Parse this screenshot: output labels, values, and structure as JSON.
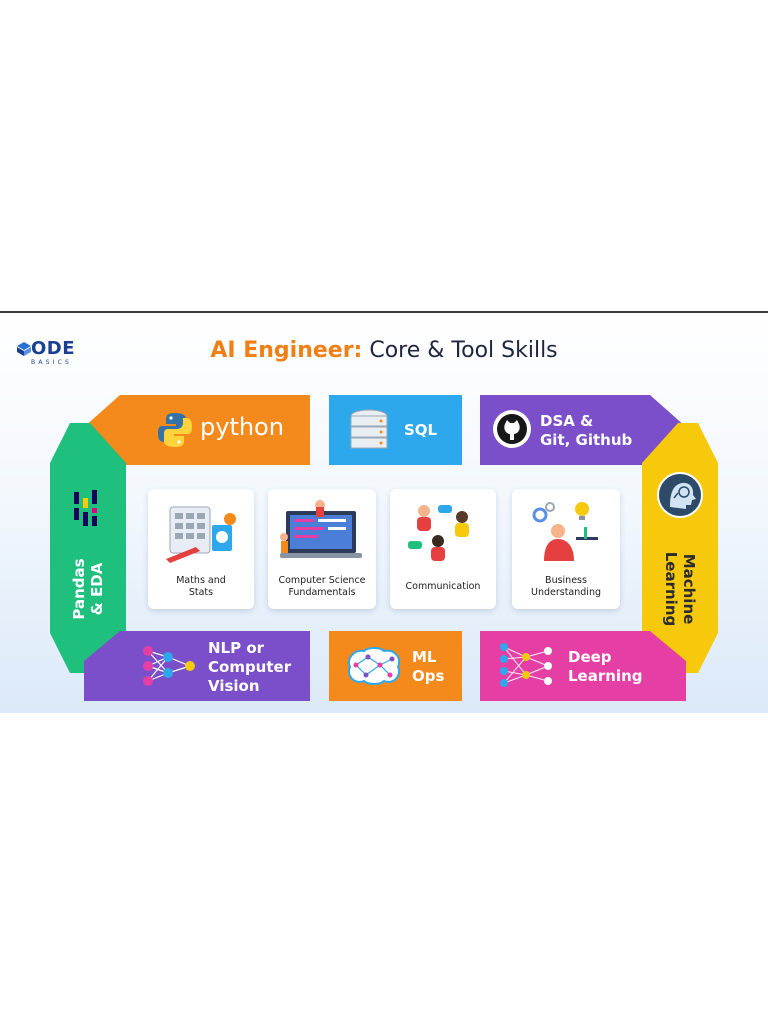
{
  "logo": {
    "main": "ODE",
    "sub": "BASICS"
  },
  "title": {
    "accent": "AI Engineer:",
    "rest": " Core & Tool Skills"
  },
  "tools": {
    "python": "python",
    "sql": "SQL",
    "dsa_line1": "DSA &",
    "dsa_line2": "Git, Github",
    "pandas_line1": "Pandas",
    "pandas_line2": "& EDA",
    "ml_line1": "Machine",
    "ml_line2": "Learning",
    "nlp_line1": "NLP or",
    "nlp_line2": "Computer",
    "nlp_line3": "Vision",
    "mlops_line1": "ML",
    "mlops_line2": "Ops",
    "deep_line1": "Deep",
    "deep_line2": "Learning"
  },
  "core": [
    {
      "line1": "Maths and",
      "line2": "Stats"
    },
    {
      "line1": "Computer Science",
      "line2": "Fundamentals"
    },
    {
      "line1": "Communication",
      "line2": ""
    },
    {
      "line1": "Business",
      "line2": "Understanding"
    }
  ],
  "colors": {
    "python": "#f48a1c",
    "sql": "#2ea8ec",
    "dsa": "#7a4fc9",
    "pandas": "#1fbf7e",
    "ml": "#f7c90c",
    "nlp": "#7a4fc9",
    "mlops": "#f48a1c",
    "deep": "#e53fa6",
    "title_accent": "#f07f16"
  },
  "icons": [
    "code-basics-logo-icon",
    "python-logo-icon",
    "database-icon",
    "github-icon",
    "pandas-icon",
    "ai-head-icon",
    "neural-network-icon",
    "brain-icon",
    "deep-network-icon"
  ]
}
